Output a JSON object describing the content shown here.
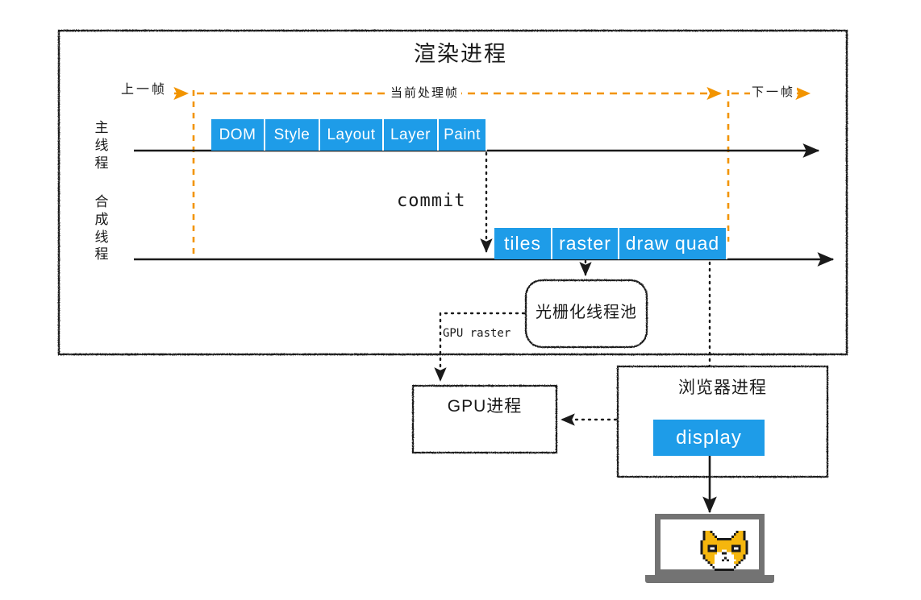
{
  "diagram": {
    "type": "timeline-flow",
    "title": "渲染进程",
    "accent_blue": "#1e9ce8",
    "accent_orange": "#f29400",
    "stroke_black": "#1a1a1a",
    "laptop_gray": "#737373"
  },
  "renderer_process": {
    "title": "渲染进程",
    "frame_markers": [
      {
        "name": "previous-frame",
        "label": "上一帧"
      },
      {
        "name": "current-frame",
        "label": "当前处理帧"
      },
      {
        "name": "next-frame",
        "label": "下一帧"
      }
    ],
    "threads": [
      {
        "name": "main-thread",
        "label": "主线程",
        "label_chars": [
          "主",
          "线",
          "程"
        ],
        "stages": [
          {
            "label": "DOM"
          },
          {
            "label": "Style"
          },
          {
            "label": "Layout"
          },
          {
            "label": "Layer"
          },
          {
            "label": "Paint"
          }
        ]
      },
      {
        "name": "compositor-thread",
        "label": "合成线程",
        "label_chars": [
          "合",
          "成",
          "线",
          "程"
        ],
        "stages": [
          {
            "label": "tiles"
          },
          {
            "label": "raster"
          },
          {
            "label": "draw quad"
          }
        ]
      }
    ],
    "connectors": [
      {
        "name": "commit",
        "label": "commit"
      },
      {
        "name": "gpu-raster",
        "label": "GPU raster"
      }
    ],
    "raster_thread_pool": {
      "label": "光栅化线程池"
    }
  },
  "gpu_process": {
    "label": "GPU进程"
  },
  "browser_process": {
    "label": "浏览器进程",
    "display_chip": {
      "label": "display"
    }
  },
  "output_device": {
    "name": "laptop",
    "screen_content": "doge-face-pixel-art"
  }
}
